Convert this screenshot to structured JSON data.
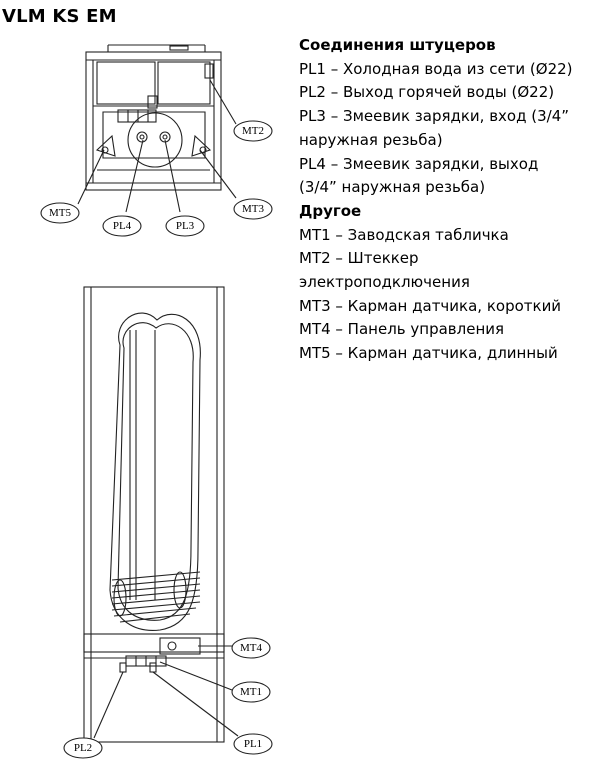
{
  "title": "VLM KS EM",
  "legend": {
    "connections_heading": "Соединения штуцеров",
    "connections": [
      "PL1 – Холодная вода из сети (Ø22)",
      "PL2 – Выход горячей воды (Ø22)",
      "PL3 – Змеевик зарядки, вход (3/4”",
      "наружная резьба)",
      "PL4 – Змеевик зарядки, выход",
      "(3/4” наружная резьба)"
    ],
    "other_heading": "Другое",
    "other": [
      "MT1 – Заводская табличка",
      "MT2 – Штеккер",
      "электроподключения",
      "MT3 – Карман датчика, короткий",
      "MT4 – Панель управления",
      "MT5 – Карман датчика, длинный"
    ]
  },
  "callouts": {
    "mt2": "MT2",
    "mt3": "MT3",
    "mt5": "MT5",
    "pl3": "PL3",
    "pl4": "PL4",
    "mt4": "MT4",
    "mt1": "MT1",
    "pl1": "PL1",
    "pl2": "PL2"
  }
}
